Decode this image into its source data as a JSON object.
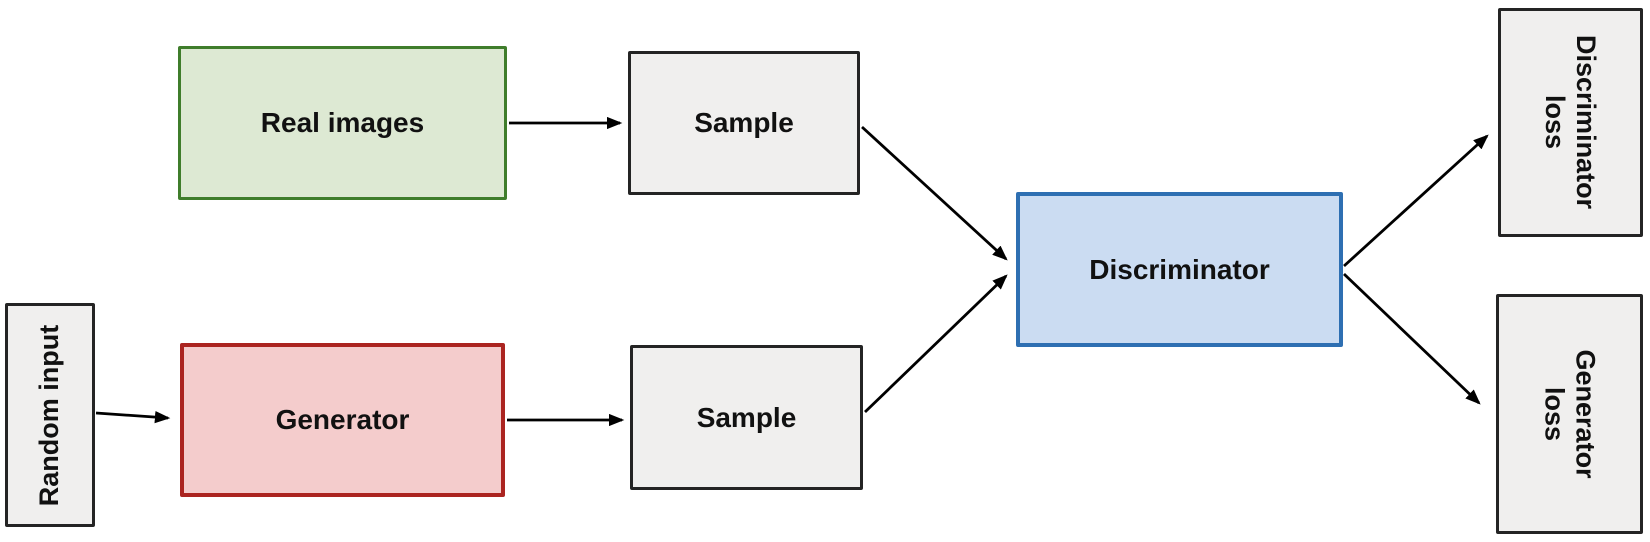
{
  "canvas": {
    "background": "#ffffff",
    "arrow_color": "#000000"
  },
  "nodes": {
    "random_input": {
      "label": "Random input",
      "fill": "#f0efee",
      "border": "#242424"
    },
    "real_images": {
      "label": "Real images",
      "fill": "#dde9d3",
      "border": "#3f7d2b"
    },
    "sample_top": {
      "label": "Sample",
      "fill": "#f0efee",
      "border": "#242424"
    },
    "generator": {
      "label": "Generator",
      "fill": "#f4cccc",
      "border": "#ab2420"
    },
    "sample_bottom": {
      "label": "Sample",
      "fill": "#f0efee",
      "border": "#242424"
    },
    "discriminator": {
      "label": "Discriminator",
      "fill": "#cbdcf2",
      "border": "#2e6fb2"
    },
    "discriminator_loss": {
      "line1": "Discriminator",
      "line2": "loss",
      "fill": "#f0efee",
      "border": "#242424"
    },
    "generator_loss": {
      "line1": "Generator",
      "line2": "loss",
      "fill": "#f0efee",
      "border": "#242424"
    }
  },
  "edges": [
    {
      "from": "real_images",
      "to": "sample_top"
    },
    {
      "from": "random_input",
      "to": "generator"
    },
    {
      "from": "generator",
      "to": "sample_bottom"
    },
    {
      "from": "sample_top",
      "to": "discriminator"
    },
    {
      "from": "sample_bottom",
      "to": "discriminator"
    },
    {
      "from": "discriminator",
      "to": "discriminator_loss"
    },
    {
      "from": "discriminator",
      "to": "generator_loss"
    }
  ]
}
